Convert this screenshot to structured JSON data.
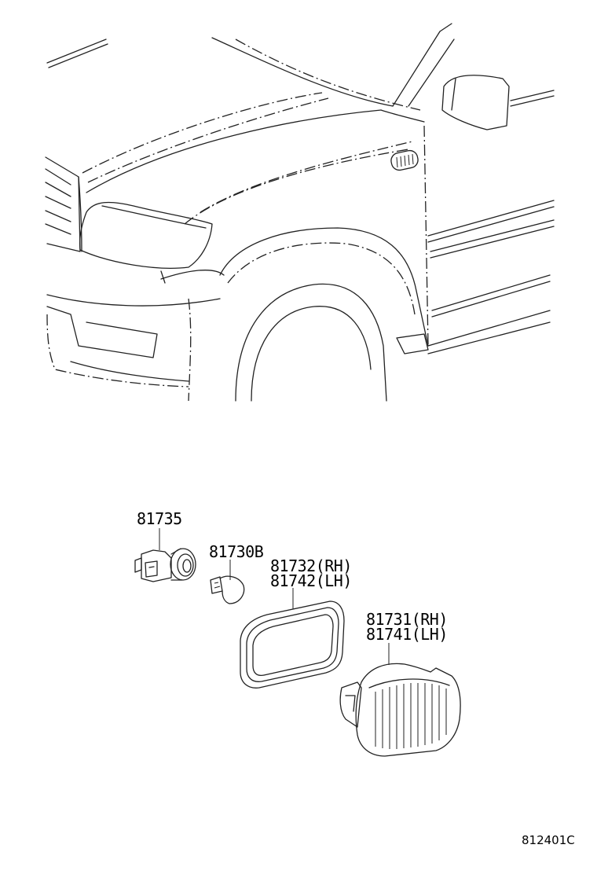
{
  "parts": {
    "socket": {
      "num": "81735"
    },
    "bulb": {
      "num": "81730B"
    },
    "gasket": {
      "rh": "81732(RH)",
      "lh": "81742(LH)"
    },
    "lamp": {
      "rh": "81731(RH)",
      "lh": "81741(LH)"
    }
  },
  "figure_code": "812401C"
}
